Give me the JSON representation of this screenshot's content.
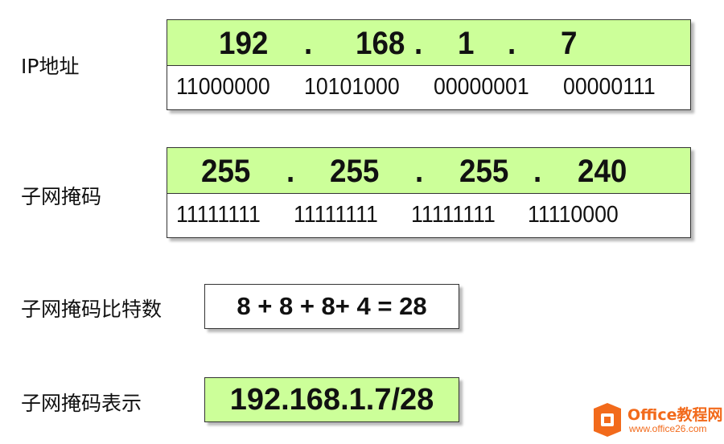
{
  "rows": {
    "ip": {
      "label": "IP地址",
      "decimal": [
        "192",
        ".",
        "168",
        ".",
        "1",
        ".",
        "7"
      ],
      "binary": [
        "11000000",
        "10101000",
        "00000001",
        "00000111"
      ]
    },
    "mask": {
      "label": "子网掩码",
      "decimal": [
        "255",
        ".",
        "255",
        ".",
        "255",
        ".",
        "240"
      ],
      "binary": [
        "11111111",
        "11111111",
        "11111111",
        "11110000"
      ]
    },
    "bits": {
      "label": "子网掩码比特数",
      "value": "8 + 8 + 8+ 4 = 28"
    },
    "cidr": {
      "label": "子网掩码表示",
      "value": "192.168.1.7/28"
    }
  },
  "colors": {
    "highlight": "#ccff99",
    "border": "#333333",
    "logo": "#f26a1b"
  },
  "watermark": {
    "brand": "Office教程网",
    "url": "www.office26.com",
    "icon": "office-logo-icon"
  }
}
